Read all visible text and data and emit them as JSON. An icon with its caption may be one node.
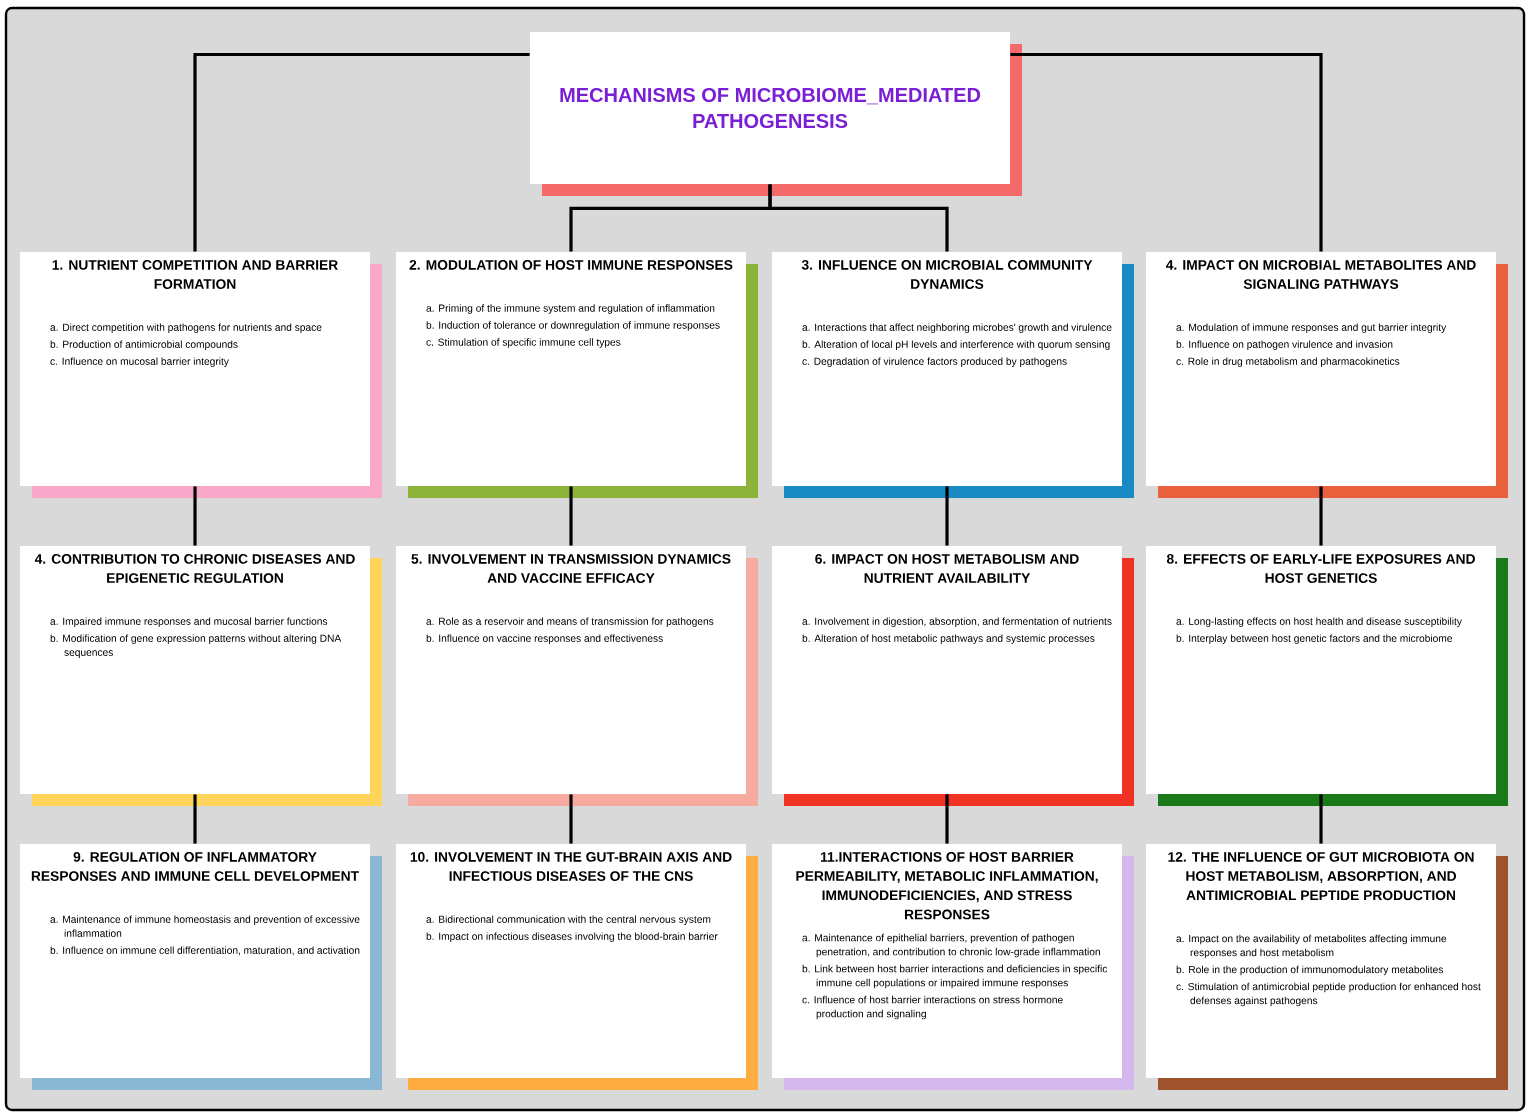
{
  "diagram": {
    "nodes": [
      {
        "text": [
          "MECHANISMS OF MICROBIOME_MEDIATED PATHOGENESIS"
        ]
      },
      {
        "text": [
          "1. NUTRIENT COMPETITION AND BARRIER FORMATION",
          "a. Direct competition with pathogens for nutrients and space",
          "b. Production of antimicrobial compounds",
          "c. Influence on mucosal barrier integrity"
        ]
      },
      {
        "text": [
          "2. MODULATION OF HOST IMMUNE RESPONSES",
          "a. Priming of the immune system and regulation of inflammation",
          "b. Induction of tolerance or downregulation of immune responses",
          "c. Stimulation of specific immune cell types"
        ]
      },
      {
        "text": [
          "3. INFLUENCE ON MICROBIAL COMMUNITY DYNAMICS",
          "a. Interactions that affect neighboring microbes' growth and virulence",
          "b. Alteration of local pH levels and interference with quorum sensing",
          "c. Degradation of virulence factors produced by pathogens"
        ]
      },
      {
        "text": [
          "4. IMPACT ON MICROBIAL METABOLITES AND SIGNALING PATHWAYS",
          "a. Modulation of immune responses and gut barrier integrity",
          "b. Influence on pathogen virulence and invasion",
          "c. Role in drug metabolism and pharmacokinetics"
        ]
      },
      {
        "text": [
          "4. CONTRIBUTION TO CHRONIC DISEASES AND EPIGENETIC REGULATION",
          "a. Impaired immune responses and mucosal barrier functions",
          "b. Modification of gene expression patterns without altering DNA sequences"
        ]
      },
      {
        "text": [
          "5. INVOLVEMENT IN TRANSMISSION DYNAMICS AND VACCINE EFFICACY",
          "a. Role as a reservoir and means of transmission for pathogens",
          "b. Influence on vaccine responses and effectiveness"
        ]
      },
      {
        "text": [
          "6. IMPACT ON HOST METABOLISM AND NUTRIENT AVAILABILITY",
          "a. Involvement in digestion, absorption, and fermentation of nutrients",
          "b. Alteration of host metabolic pathways and systemic processes"
        ]
      },
      {
        "text": [
          "8. EFFECTS OF EARLY-LIFE EXPOSURES AND HOST GENETICS",
          "a. Long-lasting effects on host health and disease susceptibility",
          "b. Interplay between host genetic factors and the microbiome"
        ]
      },
      {
        "text": [
          "9. REGULATION OF INFLAMMATORY RESPONSES AND IMMUNE CELL DEVELOPMENT",
          "a. Maintenance of immune homeostasis and prevention of excessive inflammation",
          "b. Influence on immune cell differentiation, maturation, and activation"
        ]
      },
      {
        "text": [
          "10. INVOLVEMENT IN THE GUT-BRAIN AXIS AND INFECTIOUS DISEASES OF THE CNS",
          "a. Bidirectional communication with the central nervous system",
          "b. Impact on infectious diseases involving the blood-brain barrier"
        ]
      },
      {
        "text": [
          "11.INTERACTIONS OF HOST BARRIER PERMEABILITY, METABOLIC INFLAMMATION, IMMUNODEFICIENCIES, AND STRESS RESPONSES",
          "a. Maintenance of epithelial barriers, prevention of pathogen penetration, and contribution to chronic low-grade inflammation",
          "b. Link between host barrier interactions and deficiencies in specific immune cell populations or impaired immune responses",
          "c. Influence of host barrier interactions on stress hormone production and signaling"
        ]
      },
      {
        "text": [
          "12. THE INFLUENCE OF GUT MICROBIOTA ON HOST METABOLISM, ABSORPTION, AND ANTIMICROBIAL PEPTIDE PRODUCTION",
          "a. Impact on the availability of metabolites affecting immune responses and host metabolism",
          "b. Role in the production of immunomodulatory metabolites",
          "c. Stimulation of antimicrobial peptide production for enhanced host defenses against pathogens"
        ]
      }
    ],
    "edges": [
      {
        "from": 0,
        "to": 1,
        "arrow": "none"
      },
      {
        "from": 0,
        "to": 2,
        "arrow": "none"
      },
      {
        "from": 0,
        "to": 3,
        "arrow": "none"
      },
      {
        "from": 0,
        "to": 4,
        "arrow": "none"
      },
      {
        "from": 1,
        "to": 5,
        "arrow": "none"
      },
      {
        "from": 2,
        "to": 6,
        "arrow": "none"
      },
      {
        "from": 3,
        "to": 7,
        "arrow": "none"
      },
      {
        "from": 4,
        "to": 8,
        "arrow": "none"
      },
      {
        "from": 5,
        "to": 9,
        "arrow": "none"
      },
      {
        "from": 6,
        "to": 10,
        "arrow": "none"
      },
      {
        "from": 7,
        "to": 11,
        "arrow": "none"
      },
      {
        "from": 8,
        "to": 12,
        "arrow": "none"
      }
    ]
  }
}
